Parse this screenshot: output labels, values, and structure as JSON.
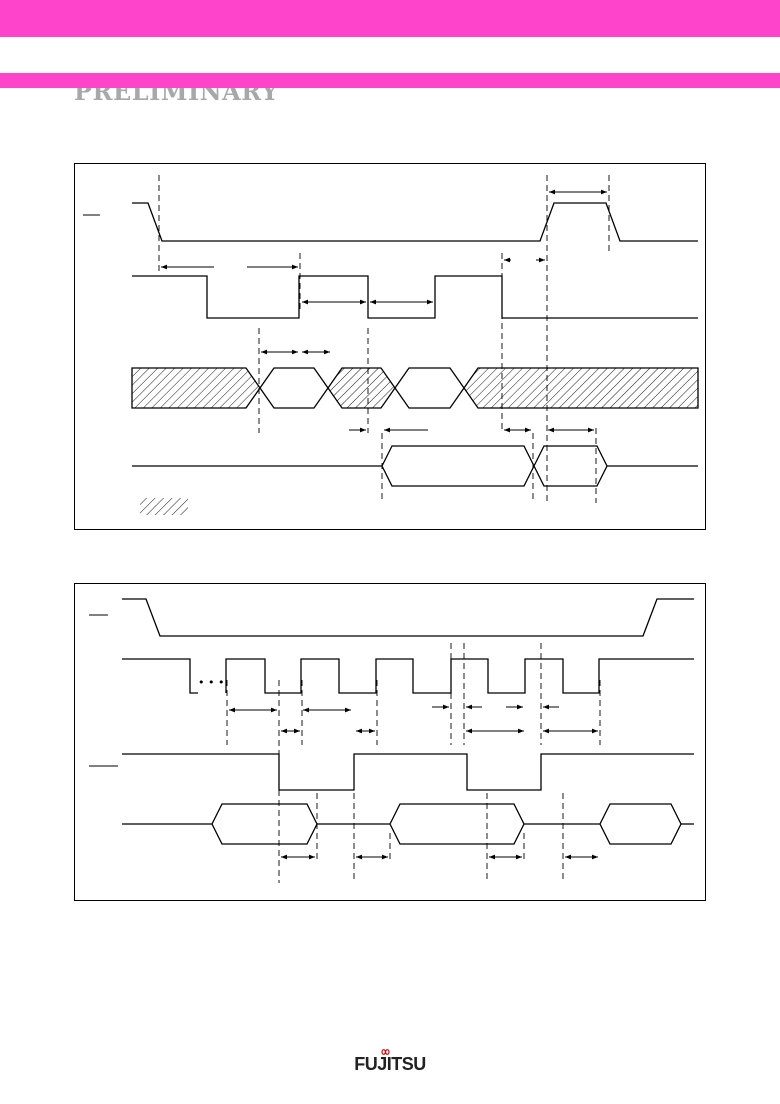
{
  "header": {
    "banner_text": "PRELIMINARY",
    "accent_color": "#ff44cc",
    "banner_text_color": "#a8a8a8"
  },
  "diagrams": [
    {
      "name": "timing-diagram-1",
      "signal_rows": 4,
      "legend_swatch": "hatched"
    },
    {
      "name": "timing-diagram-2",
      "signal_rows": 4,
      "ellipsis": "• • •"
    }
  ],
  "footer": {
    "logo_text": "FUJITSU",
    "logo_icon": "fujitsu-infinity-mark-icon"
  }
}
